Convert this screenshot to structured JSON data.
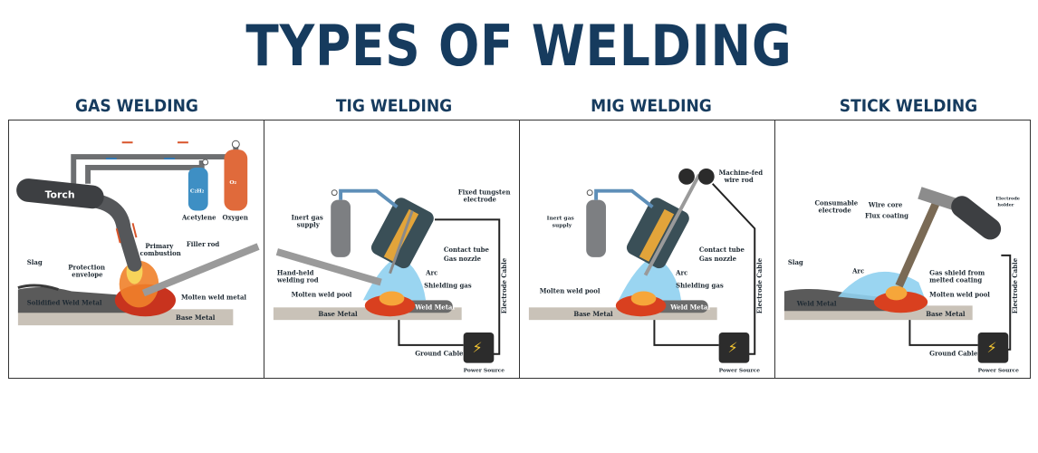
{
  "title": "TYPES OF WELDING",
  "panels": {
    "gas": {
      "heading": "GAS WELDING",
      "labels": {
        "torch": "Torch",
        "acetylene_formula": "C₂H₂",
        "oxygen_formula": "O₂",
        "acetylene": "Acetylene",
        "oxygen": "Oxygen",
        "filler_rod": "Filler rod",
        "primary_combustion_1": "Primary",
        "primary_combustion_2": "combustion",
        "protection_envelope_1": "Protection",
        "protection_envelope_2": "envelope",
        "slag": "Slag",
        "solidified_weld_metal": "Solidified Weld Metal",
        "molten_weld_metal": "Molten weld metal",
        "base_metal": "Base Metal"
      }
    },
    "tig": {
      "heading": "TIG WELDING",
      "labels": {
        "inert_gas_supply_1": "Inert gas",
        "inert_gas_supply_2": "supply",
        "fixed_tungsten_electrode_1": "Fixed tungsten",
        "fixed_tungsten_electrode_2": "electrode",
        "contact_tube": "Contact tube",
        "gas_nozzle": "Gas nozzle",
        "hand_held_welding_rod_1": "Hand-held",
        "hand_held_welding_rod_2": "welding rod",
        "arc": "Arc",
        "shielding_gas": "Shielding gas",
        "molten_weld_pool": "Molten weld pool",
        "weld_metal": "Weld Metal",
        "base_metal": "Base Metal",
        "electrode_cable": "Electrode Cable",
        "ground_cable": "Ground Cable",
        "power_source": "Power Source"
      }
    },
    "mig": {
      "heading": "MIG WELDING",
      "labels": {
        "inert_gas_supply_1": "Inert gas",
        "inert_gas_supply_2": "supply",
        "machine_fed_wire_rod_1": "Machine-fed",
        "machine_fed_wire_rod_2": "wire rod",
        "contact_tube": "Contact tube",
        "gas_nozzle": "Gas nozzle",
        "arc": "Arc",
        "shielding_gas": "Shielding gas",
        "molten_weld_pool": "Molten weld pool",
        "weld_metal": "Weld Metal",
        "base_metal": "Base Metal",
        "electrode_cable": "Electrode Cable",
        "power_source": "Power Source"
      }
    },
    "stick": {
      "heading": "STICK WELDING",
      "labels": {
        "consumable_electrode_1": "Consumable",
        "consumable_electrode_2": "electrode",
        "wire_core": "Wire core",
        "flux_coating": "Flux coating",
        "electrode_holder_1": "Electrode",
        "electrode_holder_2": "holder",
        "slag": "Slag",
        "arc": "Arc",
        "gas_shield_1": "Gas shield from",
        "gas_shield_2": "melted coating",
        "molten_weld_pool": "Molten weld pool",
        "weld_metal": "Weld Metal",
        "base_metal": "Base Metal",
        "electrode_cable": "Electrode Cable",
        "ground_cable": "Ground Cable",
        "power_source": "Power Source"
      }
    }
  }
}
